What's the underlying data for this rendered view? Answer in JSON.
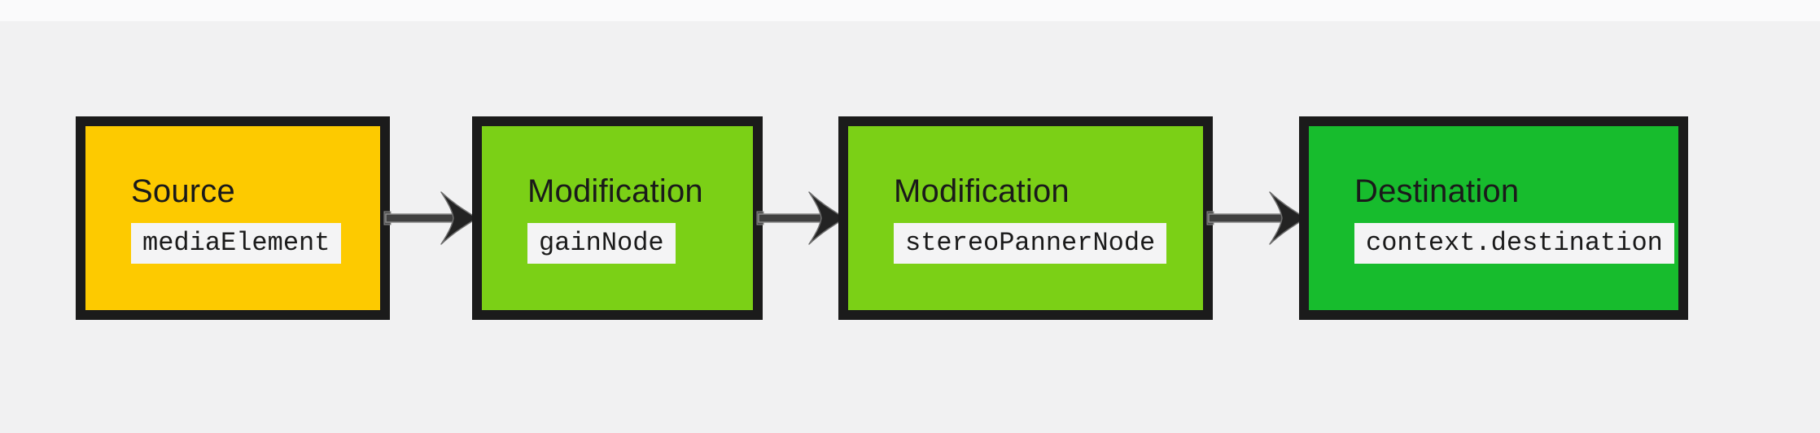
{
  "colors": {
    "background": "#f1f1f2",
    "node_border": "#1b1b1b",
    "source_fill": "#fdca00",
    "modification_fill": "#7bd016",
    "destination_fill": "#17bc2d",
    "code_label_bg": "#f4f4f5",
    "text": "#1a1a1a",
    "arrow": "#3d3d3d"
  },
  "nodes": [
    {
      "role": "Source",
      "code": "mediaElement",
      "fill": "#fdca00"
    },
    {
      "role": "Modification",
      "code": "gainNode",
      "fill": "#7bd016"
    },
    {
      "role": "Modification",
      "code": "stereoPannerNode",
      "fill": "#7bd016"
    },
    {
      "role": "Destination",
      "code": "context.destination",
      "fill": "#17bc2d"
    }
  ],
  "arrows": [
    {
      "icon": "arrow-right-icon",
      "direction": "right"
    },
    {
      "icon": "arrow-right-icon",
      "direction": "right"
    },
    {
      "icon": "arrow-right-icon",
      "direction": "right"
    }
  ]
}
